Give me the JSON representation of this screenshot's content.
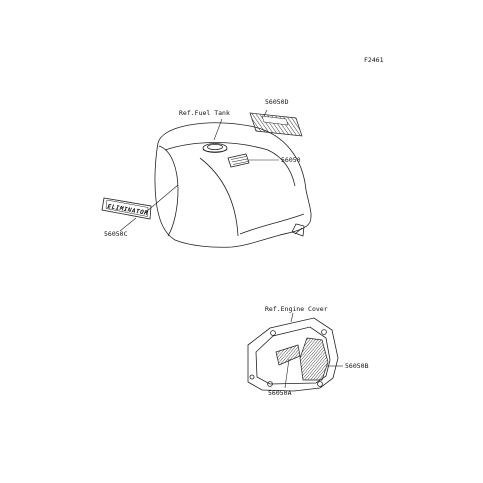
{
  "figure_code": "F2461",
  "tank": {
    "ref_label": "Ref.Fuel Tank",
    "emblem_text": "ELIMINATOR"
  },
  "engine_cover": {
    "ref_label": "Ref.Engine Cover"
  },
  "parts": [
    {
      "id": "56050D"
    },
    {
      "id": "56050"
    },
    {
      "id": "56050C"
    },
    {
      "id": "56050B"
    },
    {
      "id": "56050A"
    }
  ],
  "colors": {
    "line": "#222222",
    "paper": "#ffffff"
  }
}
